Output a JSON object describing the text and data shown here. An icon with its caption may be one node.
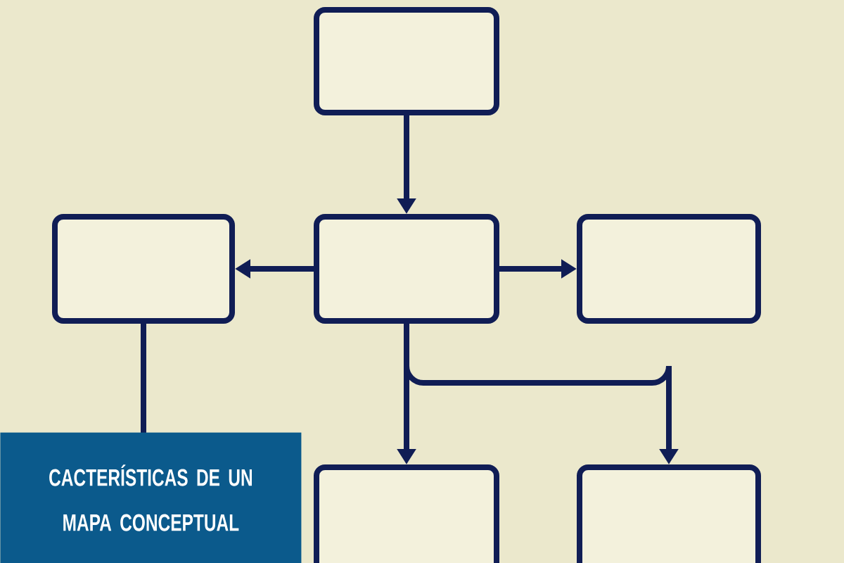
{
  "diagram": {
    "title": "CACTERÍSTICAS DE UN MAPA CONCEPTUAL",
    "nodes": [
      {
        "text": [],
        "shape": "box"
      },
      {
        "text": [],
        "shape": "box"
      },
      {
        "text": [],
        "shape": "box"
      },
      {
        "text": [],
        "shape": "box"
      },
      {
        "text": [],
        "shape": "box"
      },
      {
        "text": [],
        "shape": "box"
      }
    ],
    "edges": [
      {
        "from": 0,
        "to": 2,
        "arrow": "to"
      },
      {
        "from": 2,
        "to": 1,
        "arrow": "to"
      },
      {
        "from": 2,
        "to": 3,
        "arrow": "to"
      },
      {
        "from": 2,
        "to": 4,
        "arrow": "to"
      },
      {
        "from": 2,
        "to": 5,
        "arrow": "to"
      },
      {
        "from": 1,
        "to": null,
        "arrow": "none"
      }
    ]
  }
}
